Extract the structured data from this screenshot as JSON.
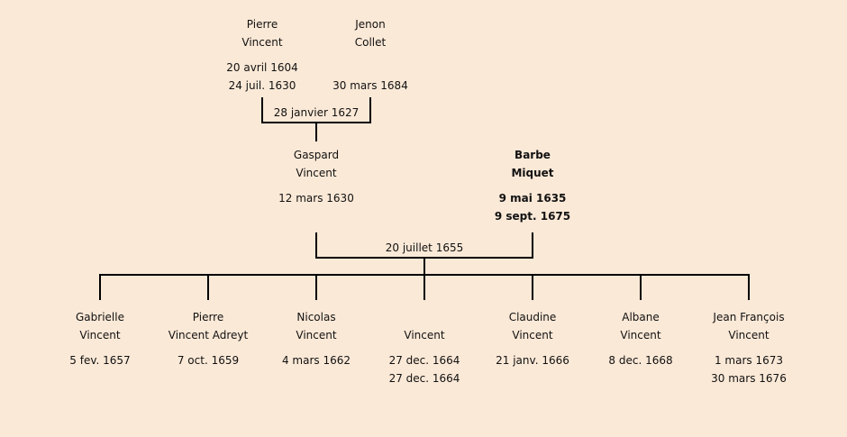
{
  "grandparents": [
    {
      "first": "Pierre",
      "last": "Vincent",
      "birth": "20 avril 1604",
      "death": "24 juil. 1630"
    },
    {
      "first": "Jenon",
      "last": "Collet",
      "birth": "",
      "death": "30 mars 1684"
    }
  ],
  "grandparents_marriage": "28 janvier 1627",
  "parents": [
    {
      "first": "Gaspard",
      "last": "Vincent",
      "birth": "12 mars 1630",
      "death": ""
    },
    {
      "first": "Barbe",
      "last": "Miquet",
      "birth": "9 mai 1635",
      "death": "9 sept. 1675"
    }
  ],
  "parents_marriage": "20 juillet 1655",
  "children": [
    {
      "first": "Gabrielle",
      "last": "Vincent",
      "birth": "5 fev. 1657",
      "death": ""
    },
    {
      "first": "Pierre",
      "last": "Vincent Adreyt",
      "birth": "7 oct. 1659",
      "death": ""
    },
    {
      "first": "Nicolas",
      "last": "Vincent",
      "birth": "4 mars 1662",
      "death": ""
    },
    {
      "first": "",
      "last": "Vincent",
      "birth": "27 dec. 1664",
      "death": "27 dec. 1664"
    },
    {
      "first": "Claudine",
      "last": "Vincent",
      "birth": "21 janv. 1666",
      "death": ""
    },
    {
      "first": "Albane",
      "last": "Vincent",
      "birth": "8 dec. 1668",
      "death": ""
    },
    {
      "first": "Jean François",
      "last": "Vincent",
      "birth": "1 mars 1673",
      "death": "30 mars 1676"
    }
  ]
}
